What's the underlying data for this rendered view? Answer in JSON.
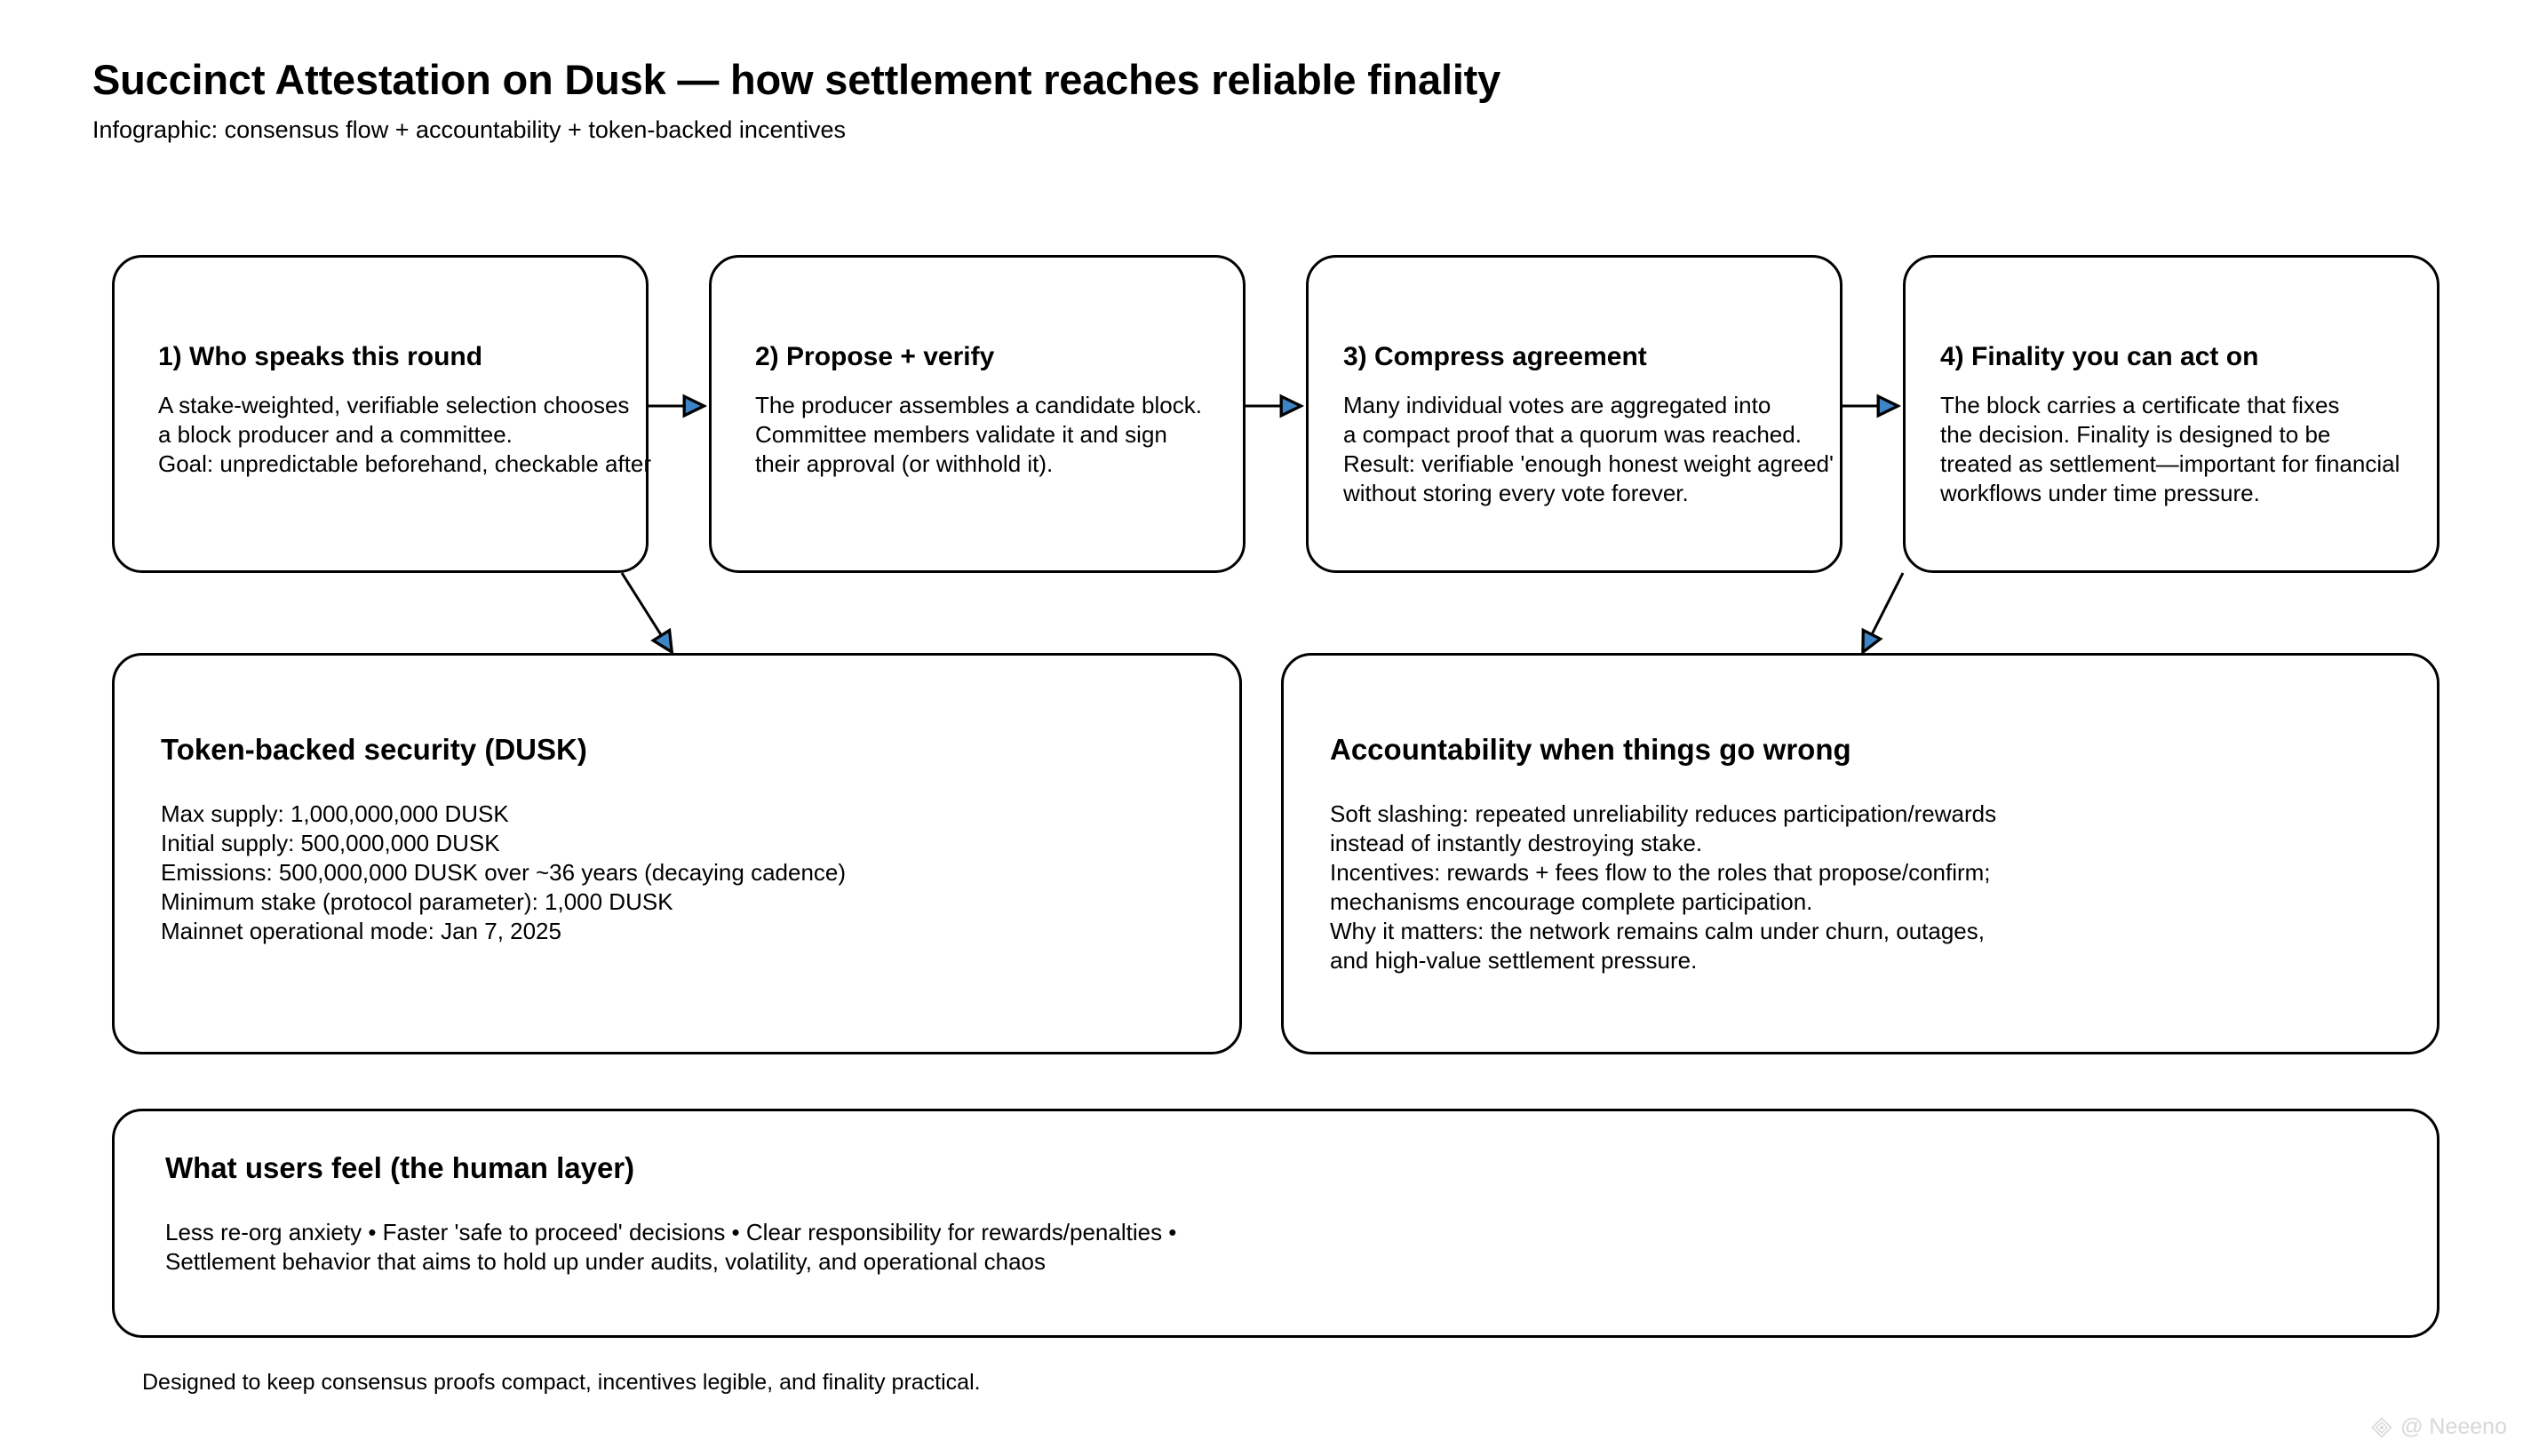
{
  "header": {
    "title": "Succinct Attestation on Dusk — how settlement reaches reliable finality",
    "subtitle": "Infographic: consensus flow + accountability + token-backed incentives"
  },
  "steps": [
    {
      "title": "1) Who speaks this round",
      "lines": [
        "A stake-weighted, verifiable selection chooses",
        "a block producer and a committee.",
        "Goal: unpredictable beforehand, checkable after"
      ]
    },
    {
      "title": "2) Propose + verify",
      "lines": [
        "The producer assembles a candidate block.",
        "Committee members validate it and sign",
        "their approval (or withhold it)."
      ]
    },
    {
      "title": "3) Compress agreement",
      "lines": [
        "Many individual votes are aggregated into",
        "a compact proof that a quorum was reached.",
        "Result: verifiable 'enough honest weight agreed'",
        "without storing every vote forever."
      ]
    },
    {
      "title": "4) Finality you can act on",
      "lines": [
        "The block carries a certificate that fixes",
        "the decision. Finality is designed to be",
        "treated as settlement—important for financial",
        "workflows under time pressure."
      ]
    }
  ],
  "token_card": {
    "title": "Token-backed security (DUSK)",
    "lines": [
      "Max supply: 1,000,000,000 DUSK",
      "Initial supply: 500,000,000 DUSK",
      "Emissions: 500,000,000 DUSK over ~36 years (decaying cadence)",
      "Minimum stake (protocol parameter): 1,000 DUSK",
      "Mainnet operational mode: Jan 7, 2025"
    ]
  },
  "accountability_card": {
    "title": "Accountability when things go wrong",
    "lines": [
      "Soft slashing: repeated unreliability reduces participation/rewards",
      "instead of instantly destroying stake.",
      "Incentives: rewards + fees flow to the roles that propose/confirm;",
      "mechanisms encourage complete participation.",
      "Why it matters: the network remains calm under churn, outages,",
      "and high-value settlement pressure."
    ]
  },
  "human_card": {
    "title": "What users feel (the human layer)",
    "lines": [
      "Less re-org anxiety • Faster 'safe to proceed' decisions • Clear responsibility for rewards/penalties •",
      "Settlement behavior that aims to hold up under audits, volatility, and operational chaos"
    ]
  },
  "footer": {
    "note": "Designed to keep consensus proofs compact, incentives legible, and finality practical."
  },
  "watermark": {
    "label": "@ Neeeno"
  },
  "colors": {
    "arrow_fill": "#3d85c6",
    "stroke": "#000000",
    "watermark": "#d8d8d8"
  }
}
